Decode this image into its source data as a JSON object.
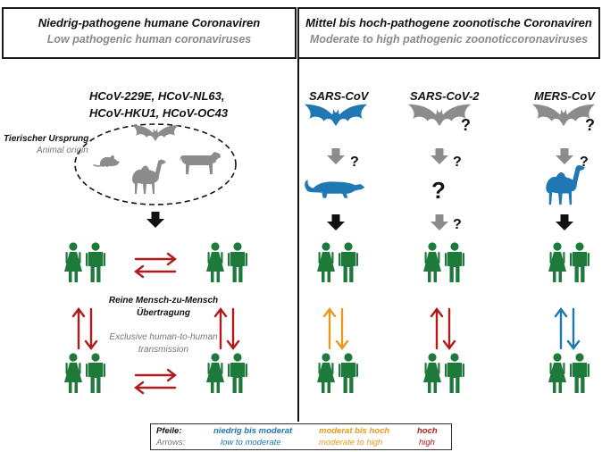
{
  "header": {
    "left_de": "Niedrig-pathogene humane Coronaviren",
    "left_en": "Low pathogenic human coronaviruses",
    "right_de": "Mittel bis hoch-pathogene zoonotische Coronaviren",
    "right_en": "Moderate to high pathogenic zoonoticcoronaviruses"
  },
  "human_viruses": [
    "HCoV-229E, HCoV-NL63,",
    "HCoV-HKU1, HCoV-OC43"
  ],
  "origin": {
    "de": "Tierischer Ursprung",
    "en": "Animal origin"
  },
  "transmission": {
    "de_line1": "Reine Mensch-zu-Mensch",
    "de_line2": "Übertragung",
    "en_line1": "Exclusive human-to-human",
    "en_line2": "transmission"
  },
  "zoonotic": [
    {
      "name": "SARS-CoV",
      "color": "#1f77b4",
      "arrow_color": "#e89a1c"
    },
    {
      "name": "SARS-CoV-2",
      "color": "#8c8c8c",
      "arrow_color": "#b01c1c"
    },
    {
      "name": "MERS-CoV",
      "color": "#8c8c8c",
      "arrow_color": "#1f77b4"
    }
  ],
  "question_mark": "?",
  "legend": {
    "de_label": "Pfeile:",
    "en_label": "Arrows:",
    "low_de": "niedrig bis moderat",
    "low_en": "low to moderate",
    "mid_de": "moderat bis hoch",
    "mid_en": "moderate to high",
    "high_de": "hoch",
    "high_en": "high"
  },
  "colors": {
    "human": "#1e7a3a",
    "red": "#b01c1c",
    "orange": "#e89a1c",
    "blue": "#1f77b4",
    "grey": "#8c8c8c"
  },
  "icons": [
    "bat-icon",
    "mouse-icon",
    "camel-icon",
    "cow-icon",
    "civet-icon",
    "human-pair-icon"
  ]
}
